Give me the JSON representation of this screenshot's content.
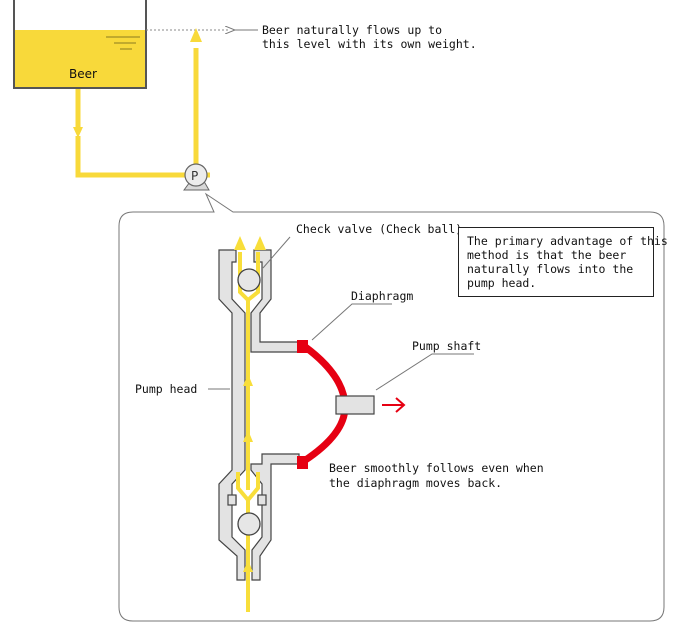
{
  "tank": {
    "label": "Beer"
  },
  "pump": {
    "symbol": "P"
  },
  "annotations": {
    "flow_level": [
      "Beer naturally flows up to",
      "this level with its own weight."
    ],
    "check_valve": "Check valve (Check ball)",
    "diaphragm": "Diaphragm",
    "pump_shaft": "Pump shaft",
    "pump_head": "Pump head",
    "follow": [
      "Beer smoothly follows even when",
      "the diaphragm moves back."
    ],
    "note": [
      "The primary advantage of this",
      "method is that the beer",
      "naturally flows into the",
      "pump head."
    ]
  },
  "colors": {
    "beer": "#f8de3a",
    "beer_light": "#ffe873",
    "diaphragm": "#e60012",
    "pump_body": "#e3e3e3",
    "outline": "#555555"
  }
}
